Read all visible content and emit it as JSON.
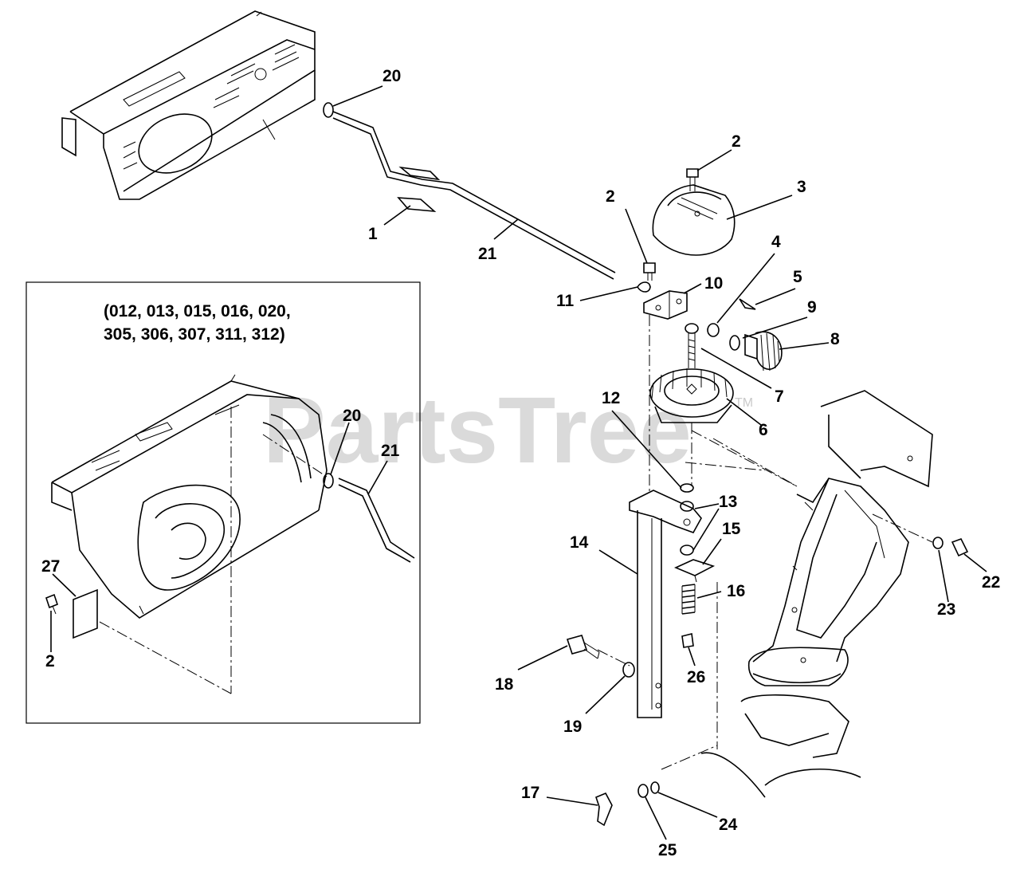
{
  "inset": {
    "title_line1": "(012, 013, 015, 016, 020,",
    "title_line2": "305, 306, 307, 311, 312)"
  },
  "watermark": {
    "text": "PartsTree",
    "tm": "TM"
  },
  "callouts": {
    "c20a": "20",
    "c1": "1",
    "c21a": "21",
    "c2a": "2",
    "c3": "3",
    "c2b": "2",
    "c10": "10",
    "c11": "11",
    "c4": "4",
    "c5": "5",
    "c9": "9",
    "c8": "8",
    "c7": "7",
    "c6": "6",
    "c12": "12",
    "c13": "13",
    "c15": "15",
    "c14": "14",
    "c16": "16",
    "c26": "26",
    "c18": "18",
    "c19": "19",
    "c22": "22",
    "c23": "23",
    "c17": "17",
    "c24": "24",
    "c25": "25",
    "c20b": "20",
    "c21b": "21",
    "c27": "27",
    "c2c": "2"
  }
}
